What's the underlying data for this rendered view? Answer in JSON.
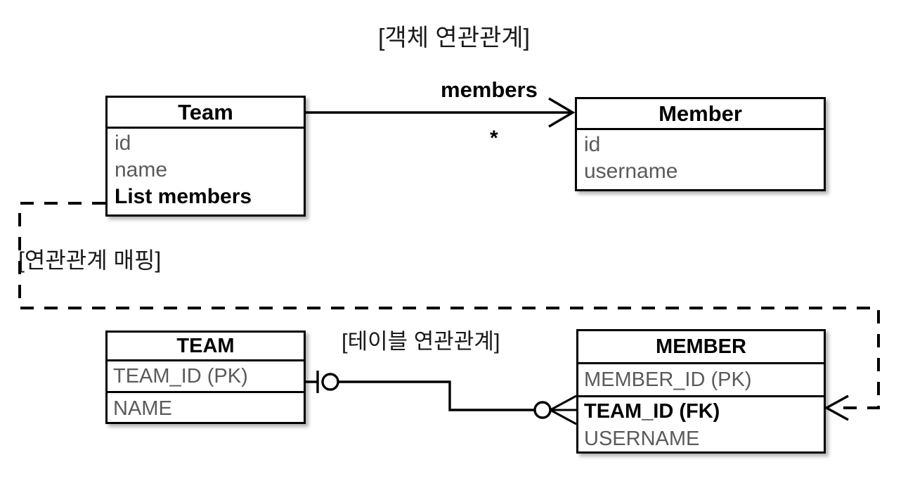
{
  "title": "[객체 연관관계]",
  "object_model": {
    "team": {
      "name": "Team",
      "attributes": [
        "id",
        "name",
        "List members"
      ]
    },
    "member": {
      "name": "Member",
      "attributes": [
        "id",
        "username"
      ]
    },
    "association": {
      "label": "members",
      "multiplicity": "*",
      "direction": "Team-to-Member"
    }
  },
  "mapping_label": "[연관관계 매핑]",
  "table_model": {
    "section_label": "[테이블 연관관계]",
    "team": {
      "name": "TEAM",
      "columns": [
        "TEAM_ID (PK)",
        "NAME"
      ]
    },
    "member": {
      "name": "MEMBER",
      "columns": [
        "MEMBER_ID (PK)",
        "TEAM_ID (FK)",
        "USERNAME"
      ]
    },
    "relationship": {
      "left_cardinality": "one-and-only-one",
      "right_cardinality": "zero-or-many"
    }
  },
  "colors": {
    "stroke": "#000000",
    "attribute_text": "#5a5a5a",
    "background": "#ffffff"
  }
}
